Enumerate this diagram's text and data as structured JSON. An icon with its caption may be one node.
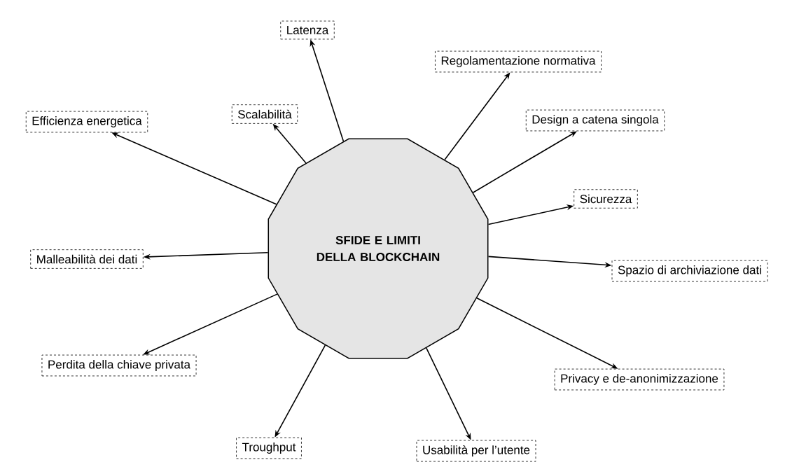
{
  "diagram": {
    "nodes": [
      {
        "text": [
          "SFIDE E LIMITI DELLA BLOCKCHAIN"
        ]
      },
      {
        "text": [
          "Latenza"
        ]
      },
      {
        "text": [
          "Regolamentazione normativa"
        ]
      },
      {
        "text": [
          "Scalabilità"
        ]
      },
      {
        "text": [
          "Efficienza energetica"
        ]
      },
      {
        "text": [
          "Design a catena singola"
        ]
      },
      {
        "text": [
          "Sicurezza"
        ]
      },
      {
        "text": [
          "Malleabilità dei dati"
        ]
      },
      {
        "text": [
          "Spazio di archiviazione dati"
        ]
      },
      {
        "text": [
          "Perdita della chiave privata"
        ]
      },
      {
        "text": [
          "Privacy e de-anonimizzazione"
        ]
      },
      {
        "text": [
          "Troughput"
        ]
      },
      {
        "text": [
          "Usabilità per l’utente"
        ]
      }
    ],
    "edges": [
      {
        "from": 0,
        "to": 1,
        "arrow": "to"
      },
      {
        "from": 0,
        "to": 2,
        "arrow": "to"
      },
      {
        "from": 0,
        "to": 3,
        "arrow": "to"
      },
      {
        "from": 0,
        "to": 4,
        "arrow": "to"
      },
      {
        "from": 0,
        "to": 5,
        "arrow": "to"
      },
      {
        "from": 0,
        "to": 6,
        "arrow": "to"
      },
      {
        "from": 0,
        "to": 7,
        "arrow": "to"
      },
      {
        "from": 0,
        "to": 8,
        "arrow": "to"
      },
      {
        "from": 0,
        "to": 9,
        "arrow": "to"
      },
      {
        "from": 0,
        "to": 10,
        "arrow": "to"
      },
      {
        "from": 0,
        "to": 11,
        "arrow": "to"
      },
      {
        "from": 0,
        "to": 12,
        "arrow": "to"
      }
    ]
  }
}
